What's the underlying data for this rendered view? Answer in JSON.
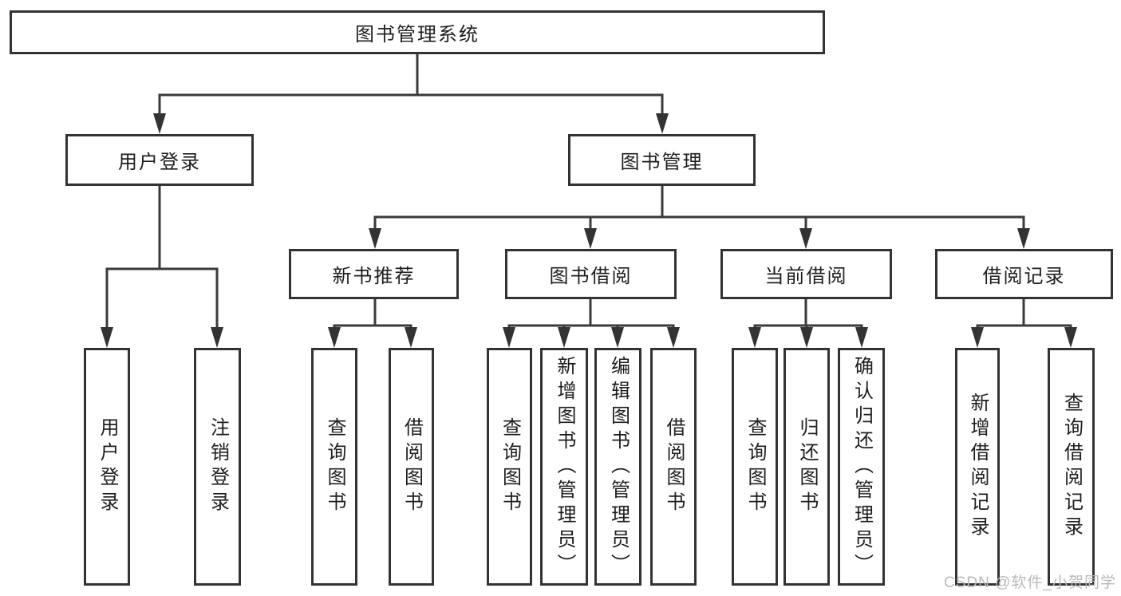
{
  "diagram": {
    "root": "图书管理系统",
    "branches": [
      {
        "label": "用户登录",
        "children": [
          "用户登录",
          "注销登录"
        ]
      },
      {
        "label": "图书管理",
        "sections": [
          {
            "label": "新书推荐",
            "children": [
              "查询图书",
              "借阅图书"
            ]
          },
          {
            "label": "图书借阅",
            "children": [
              "查询图书",
              "新增图书（管理员）",
              "编辑图书（管理员）",
              "借阅图书"
            ]
          },
          {
            "label": "当前借阅",
            "children": [
              "查询图书",
              "归还图书",
              "确认归还（管理员）"
            ]
          },
          {
            "label": "借阅记录",
            "children": [
              "新增借阅记录",
              "查询借阅记录"
            ]
          }
        ]
      }
    ]
  },
  "watermark": "CSDN @软件_小贺同学",
  "colors": {
    "line": "#3a3a3a",
    "border": "#333333",
    "text": "#1e1e1e",
    "background": "#ffffff",
    "watermark": "#b9b9b9"
  }
}
